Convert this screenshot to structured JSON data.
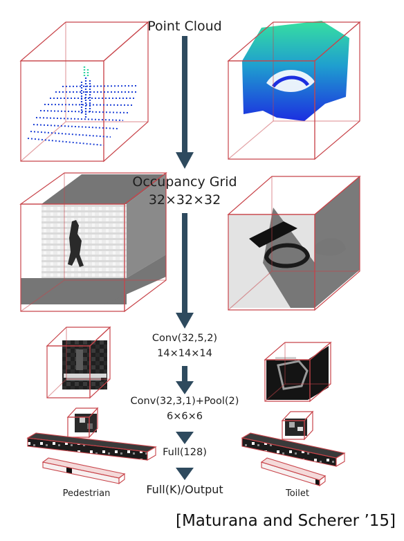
{
  "stages": {
    "point_cloud": "Point Cloud",
    "occupancy_grid": "Occupancy Grid",
    "occupancy_size": "32×32×32",
    "conv1": "Conv(32,5,2)",
    "conv1_size": "14×14×14",
    "conv2": "Conv(32,3,1)+Pool(2)",
    "conv2_size": "6×6×6",
    "full1": "Full(128)",
    "output": "Full(K)/Output"
  },
  "classes": {
    "left": "Pedestrian",
    "right": "Toilet"
  },
  "citation": "[Maturana and Scherer ’15]",
  "colors": {
    "arrow": "#2e4a5e",
    "box_edge": "#c8444a",
    "occupancy_gray": "#777777",
    "occupancy_light": "#e6e6e6",
    "pointcloud_blue": "#1b3fd6",
    "pointcloud_green": "#2fd4a3"
  }
}
